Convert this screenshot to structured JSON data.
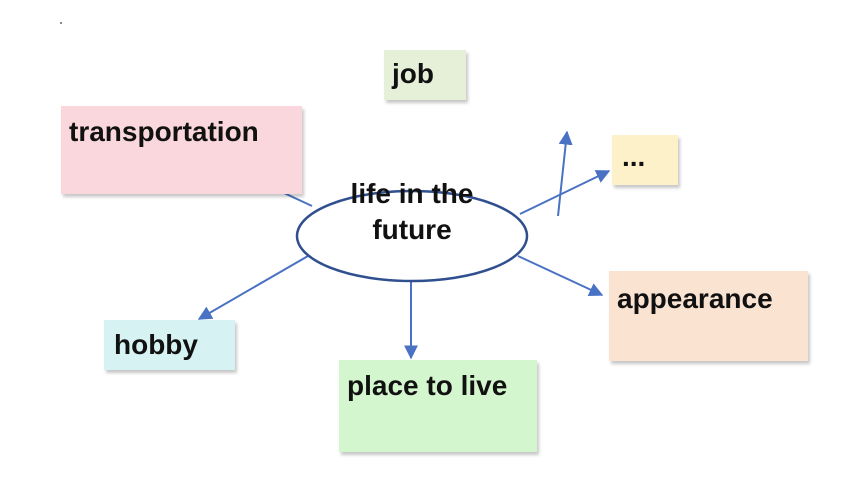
{
  "center": {
    "label": "life in the future"
  },
  "topics": {
    "job": "job",
    "transportation": "transportation",
    "more": "...",
    "appearance": "appearance",
    "hobby": "hobby",
    "place_to_live": "place to live"
  },
  "colors": {
    "job_fill": "#e6f0d9",
    "transportation_fill": "#f9d7dc",
    "more_fill": "#fdf1c9",
    "appearance_fill": "#fbe3d2",
    "hobby_fill": "#d6f2f3",
    "place_fill": "#d4f6cf",
    "connector": "#4a72c4",
    "ellipse_stroke": "#2f4f8f"
  }
}
